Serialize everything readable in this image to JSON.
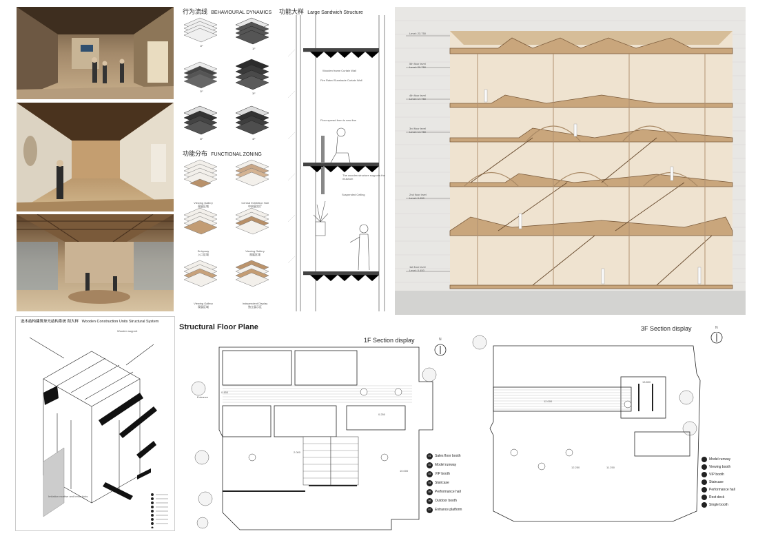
{
  "behaviour": {
    "cn": "行为流线",
    "en": "BEHAVIOURAL DYNAMICS",
    "labels": [
      "1F",
      "1F",
      "2F",
      "3F",
      "3F",
      "4F"
    ]
  },
  "zoning": {
    "cn": "功能分布",
    "en": "FUNCTIONAL ZONING",
    "items": [
      {
        "en": "Viewing Gallery",
        "cn": "观展区域"
      },
      {
        "en": "Central Exhibition Hall",
        "cn": "中央展览厅"
      },
      {
        "en": "Entryway",
        "cn": "入口区域"
      },
      {
        "en": "Viewing Gallery",
        "cn": "观展区域"
      },
      {
        "en": "Viewing Gallery",
        "cn": "观展区域"
      },
      {
        "en": "Independent Display",
        "cn": "独立展示区"
      }
    ]
  },
  "sandwich": {
    "cn": "功能大样",
    "en": "Large Sandwich Structure",
    "notes": [
      "Wooden frame Curtain Wall",
      "Fire Rated Sunshade Curtain Wall",
      "Floor spread from to new line",
      "The wooden structure supports the museum",
      "Suspended Ceiling"
    ]
  },
  "section": {
    "levels": [
      {
        "name": "",
        "level": "Level: 23.750"
      },
      {
        "name": "5th floor level",
        "level": "Level: 20.750"
      },
      {
        "name": "4th floor level",
        "level": "Level: 17.750"
      },
      {
        "name": "3rd floor level",
        "level": "Level: 14.750"
      },
      {
        "name": "2nd floor level",
        "level": "Level: 9.450"
      },
      {
        "name": "1st floor level",
        "level": "Level: 0.450"
      }
    ]
  },
  "structure": {
    "title_cn": "选木结构建筑单元结构系统 剖大样",
    "title_en": "Wooden Construction Units Structural System",
    "support": "Wooden support",
    "mortise": "Imitation mortise and tenon links",
    "legend_count": 9
  },
  "plane": {
    "title": "Structural Floor Plane",
    "f1_title": "1F Section display",
    "f3_title": "3F Section display",
    "entrance": "Entrance",
    "dims1": [
      "0.450",
      "0.250",
      "2.000",
      "10.000"
    ],
    "dims3": [
      "13.800",
      "12.000",
      "12.250",
      "11.250"
    ],
    "legend1": [
      {
        "n": "01",
        "t": "Sales floor booth"
      },
      {
        "n": "02",
        "t": "Model runway"
      },
      {
        "n": "03",
        "t": "VIP booth"
      },
      {
        "n": "04",
        "t": "Staircase"
      },
      {
        "n": "05",
        "t": "Performance hall"
      },
      {
        "n": "06",
        "t": "Outdoor booth"
      },
      {
        "n": "07",
        "t": "Entrance platform"
      }
    ],
    "legend3": [
      {
        "n": "01",
        "t": "Model runway"
      },
      {
        "n": "02",
        "t": "Viewing booth"
      },
      {
        "n": "03",
        "t": "VIP booth"
      },
      {
        "n": "04",
        "t": "Staircase"
      },
      {
        "n": "05",
        "t": "Performance hall"
      },
      {
        "n": "06",
        "t": "Rest deck"
      },
      {
        "n": "07",
        "t": "Single booth"
      }
    ],
    "north": "N"
  }
}
